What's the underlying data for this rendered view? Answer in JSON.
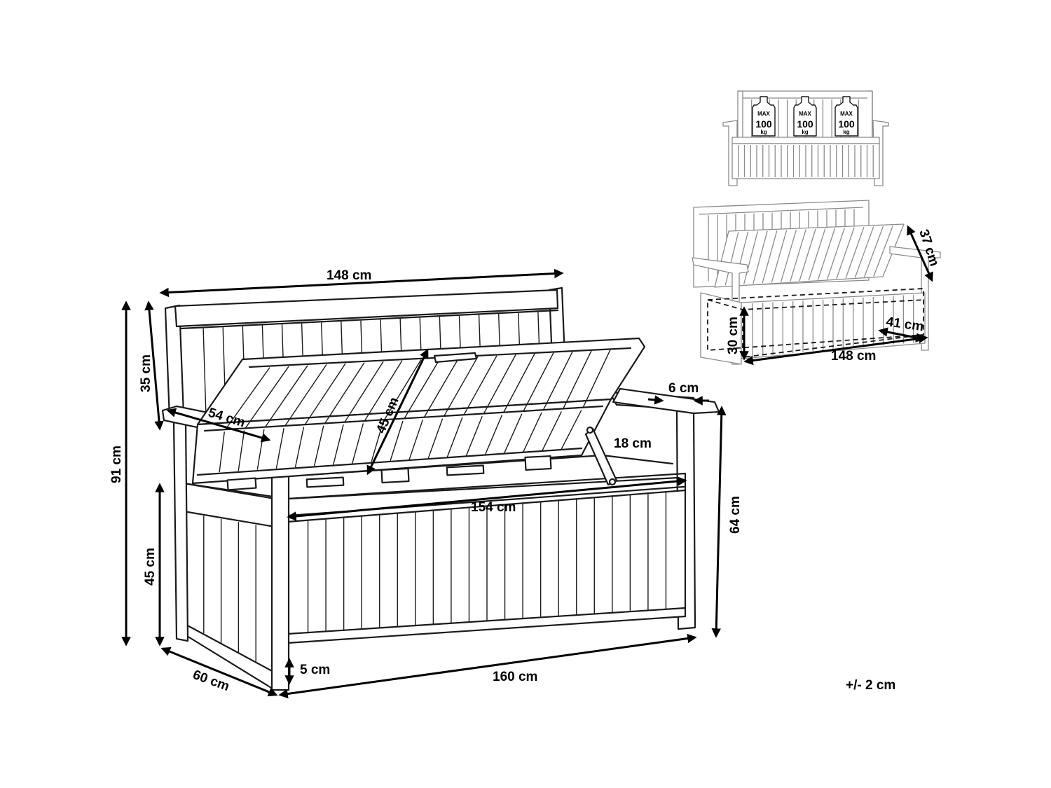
{
  "dimensions": {
    "top_width": "148 cm",
    "back_height": "35 cm",
    "total_height": "91 cm",
    "armrest_length": "54 cm",
    "lid_depth": "45 cm",
    "arm_width": "6 cm",
    "strut": "18 cm",
    "inner_width": "154 cm",
    "seat_height": "45 cm",
    "arm_height": "64 cm",
    "foot_height": "5 cm",
    "depth": "60 cm",
    "length": "160 cm"
  },
  "storage_inset": {
    "height": "37 cm",
    "inner_depth": "41 cm",
    "inner_height": "30 cm",
    "inner_width": "148 cm"
  },
  "load_inset": {
    "weights": [
      {
        "max": "MAX",
        "value": "100",
        "unit": "kg"
      },
      {
        "max": "MAX",
        "value": "100",
        "unit": "kg"
      },
      {
        "max": "MAX",
        "value": "100",
        "unit": "kg"
      }
    ]
  },
  "tolerance": "+/- 2 cm"
}
